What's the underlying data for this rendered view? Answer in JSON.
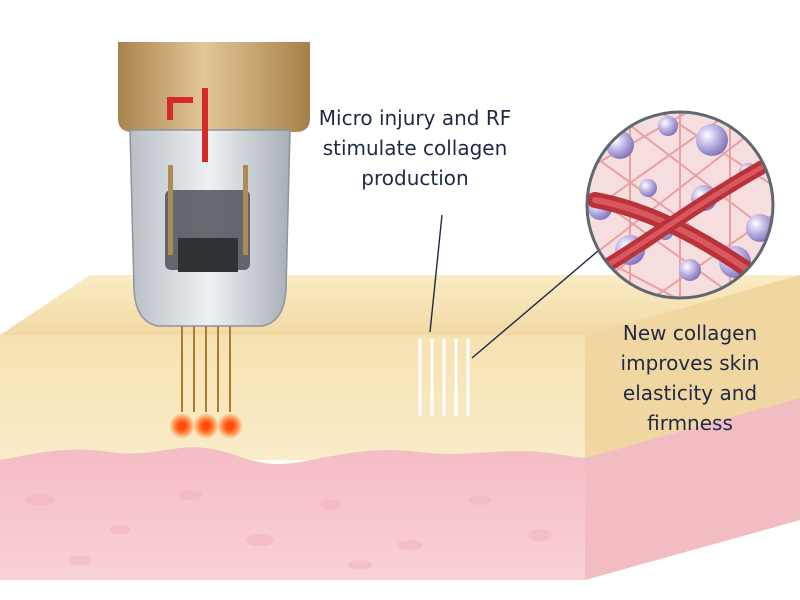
{
  "annotations": {
    "injury": {
      "lines": [
        "Micro injury and RF",
        "stimulate collagen",
        "production"
      ]
    },
    "collagen": {
      "lines": [
        "New collagen",
        "improves skin",
        "elasticity and",
        "firmness"
      ]
    }
  },
  "colors": {
    "text": "#1e2a45",
    "skin_top": "#f8e6b6",
    "skin_epidermis": "#f8e7b8",
    "dermis": "#f6c5cb",
    "handpiece_gold": "#c9a46d",
    "indicator_red": "#d42a2a",
    "rf_glow": "#ff5a1f",
    "collagen_fiber": "#b8323a",
    "cell_purple": "#a79ad6"
  },
  "icons": [
    "handpiece",
    "microneedle-array",
    "rf-heat-spot",
    "collagen-magnifier",
    "pointer-line"
  ]
}
